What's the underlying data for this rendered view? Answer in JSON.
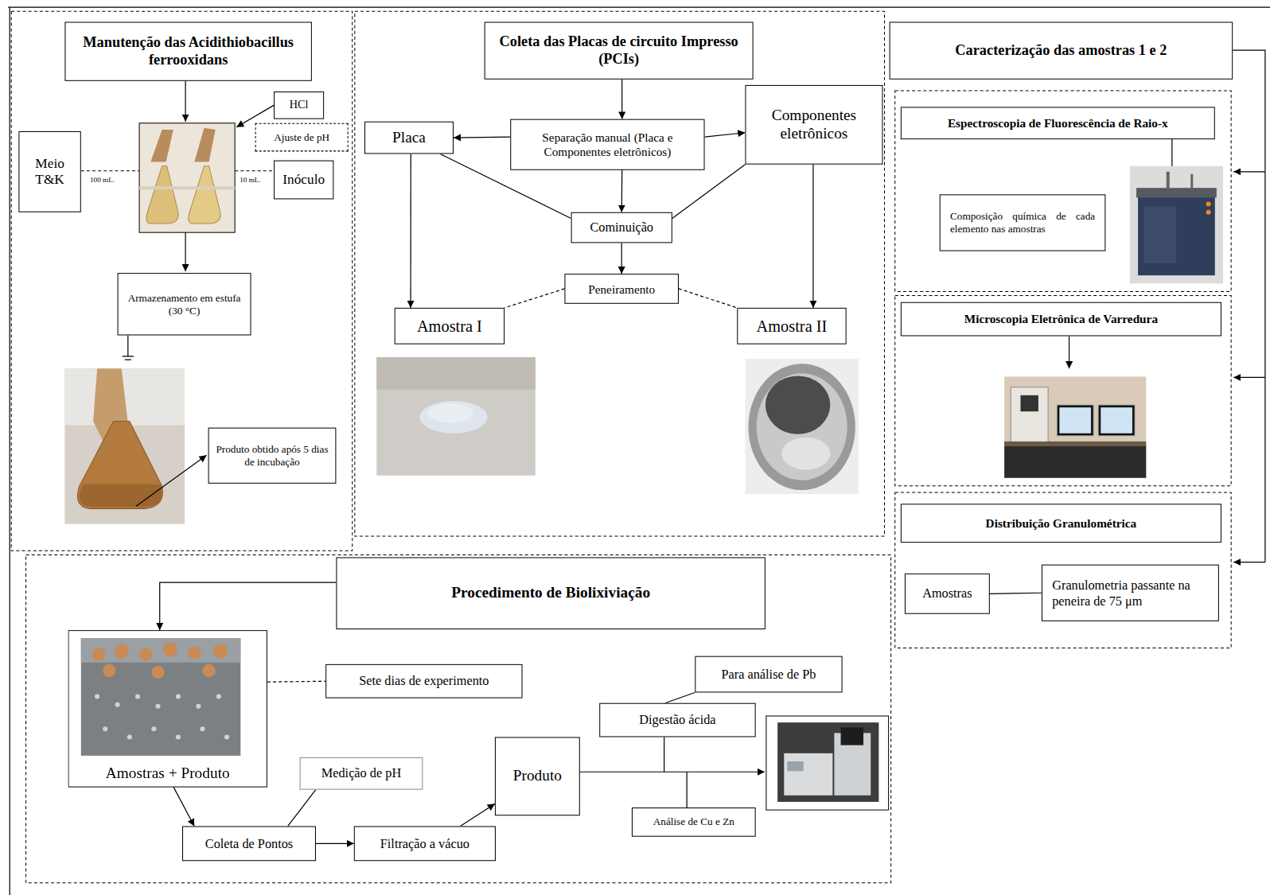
{
  "diagram": {
    "nodes": [
      {
        "text": [
          "Manutenção das Acidithiobacillus ferrooxidans"
        ]
      },
      {
        "text": [
          "HCl"
        ]
      },
      {
        "text": [
          "Ajuste de pH"
        ]
      },
      {
        "text": [
          "Meio T&K"
        ]
      },
      {
        "text": [
          "Inóculo"
        ]
      },
      {
        "text": [
          "Armazenamento em estufa (30 °C)"
        ]
      },
      {
        "text": [
          "Produto obtido após 5 dias de incubação"
        ]
      },
      {
        "text": [
          "Coleta das Placas de circuito Impresso (PCIs)"
        ]
      },
      {
        "text": [
          "Placa"
        ]
      },
      {
        "text": [
          "Separação manual (Placa e Componentes eletrônicos)"
        ]
      },
      {
        "text": [
          "Componentes eletrônicos"
        ]
      },
      {
        "text": [
          "Cominuição"
        ]
      },
      {
        "text": [
          "Peneiramento"
        ]
      },
      {
        "text": [
          "Amostra I"
        ]
      },
      {
        "text": [
          "Amostra II"
        ]
      },
      {
        "text": [
          "Caracterização das amostras 1 e 2"
        ]
      },
      {
        "text": [
          "Espectroscopia de Fluorescência de Raio-x"
        ]
      },
      {
        "text": [
          "Composição química de cada elemento nas amostras"
        ]
      },
      {
        "text": [
          "Microscopia Eletrônica de Varredura"
        ]
      },
      {
        "text": [
          "Distribuição Granulométrica"
        ]
      },
      {
        "text": [
          "Amostras"
        ]
      },
      {
        "text": [
          "Granulometria passante na peneira de 75 μm"
        ]
      },
      {
        "text": [
          "Procedimento de Biolixiviação"
        ]
      },
      {
        "text": [
          "Amostras + Produto"
        ]
      },
      {
        "text": [
          "Sete dias de experimento"
        ]
      },
      {
        "text": [
          "Coleta de Pontos"
        ]
      },
      {
        "text": [
          "Medição de pH"
        ]
      },
      {
        "text": [
          "Filtração a vácuo"
        ]
      },
      {
        "text": [
          "Produto"
        ]
      },
      {
        "text": [
          "Para análise de Pb"
        ]
      },
      {
        "text": [
          "Digestão ácida"
        ]
      },
      {
        "text": [
          "Análise de Cu e Zn"
        ]
      }
    ],
    "edges": [
      {
        "from": 7,
        "to": 9,
        "arrow": "to"
      },
      {
        "from": 9,
        "to": 8,
        "arrow": "to"
      },
      {
        "from": 9,
        "to": 10,
        "arrow": "to"
      },
      {
        "from": 9,
        "to": 11,
        "arrow": "to"
      },
      {
        "from": 8,
        "to": 11,
        "arrow": "none"
      },
      {
        "from": 10,
        "to": 11,
        "arrow": "none"
      },
      {
        "from": 11,
        "to": 12,
        "arrow": "to"
      },
      {
        "from": 12,
        "to": 13,
        "arrow": "none"
      },
      {
        "from": 12,
        "to": 14,
        "arrow": "none"
      },
      {
        "from": 8,
        "to": 13,
        "arrow": "to"
      },
      {
        "from": 10,
        "to": 14,
        "arrow": "to"
      },
      {
        "from": 20,
        "to": 21,
        "arrow": "none"
      },
      {
        "from": 22,
        "to": 23,
        "arrow": "to"
      },
      {
        "from": 23,
        "to": 25,
        "arrow": "to"
      },
      {
        "from": 25,
        "to": 27,
        "arrow": "to"
      },
      {
        "from": 27,
        "to": 28,
        "arrow": "to"
      },
      {
        "from": 25,
        "to": 26,
        "arrow": "none"
      },
      {
        "from": 23,
        "to": 24,
        "arrow": "none"
      },
      {
        "from": 29,
        "to": 30,
        "arrow": "none"
      }
    ],
    "labels": [
      "100 mL.",
      "10 mL."
    ]
  }
}
